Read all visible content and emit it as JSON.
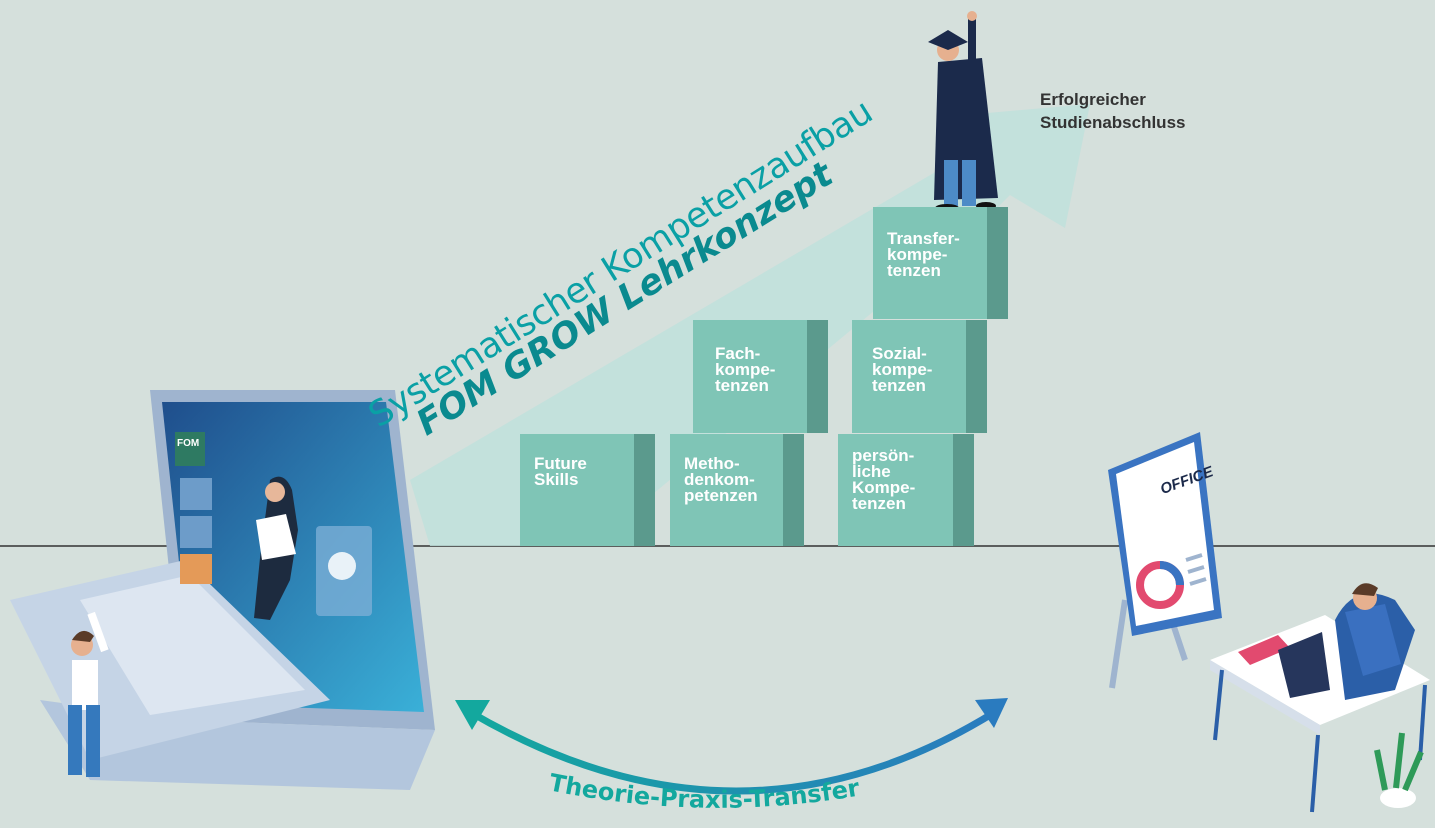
{
  "title_line1": "Systematischer Kompetenzaufbau",
  "title_line2": "FOM GROW Lehrkonzept",
  "goal_label": "Erfolgreicher\nStudienabschluss",
  "transfer_label": "Theorie-Praxis-Transfer",
  "office_sign": "OFFICE",
  "screen_logo": "FOM",
  "blocks": [
    {
      "label": "Future\nSkills"
    },
    {
      "label": "Metho-\ndenkom-\npetenzen"
    },
    {
      "label": "persön-\nliche\nKompe-\ntenzen"
    },
    {
      "label": "Fach-\nkompe-\ntenzen"
    },
    {
      "label": "Sozial-\nkompe-\ntenzen"
    },
    {
      "label": "Transfer-\nkompe-\ntenzen"
    }
  ],
  "colors": {
    "background": "#d5e0dc",
    "block_face": "#7fc5b6",
    "block_side": "#5b9a8d",
    "arrow_band": "#bfe1dc",
    "title_teal": "#0aa0a5",
    "transfer_arrow_start": "#13a89e",
    "transfer_arrow_end": "#2a7bbf"
  }
}
